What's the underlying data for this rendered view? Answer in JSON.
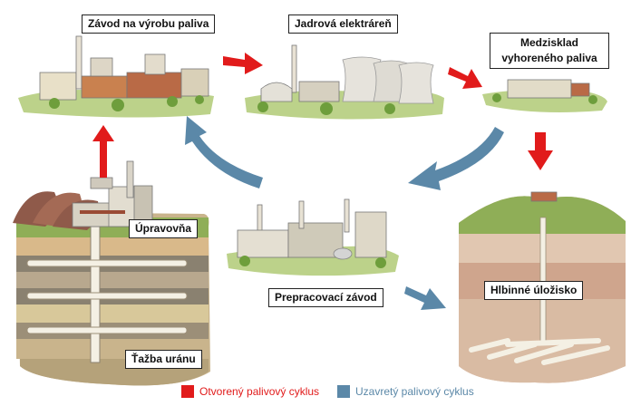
{
  "labels": {
    "fuel_plant": "Závod na výrobu paliva",
    "nuclear_plant": "Jadrová elektráreň",
    "interim_storage": "Medzisklad vyhoreného paliva",
    "processing": "Úpravovňa",
    "reprocessing": "Prepracovací závod",
    "repository": "Hlbinné úložisko",
    "mining": "Ťažba uránu"
  },
  "legend": {
    "open": {
      "label": "Otvorený palivový cyklus",
      "color": "#e11b1b"
    },
    "closed": {
      "label": "Uzavretý palivový cyklus",
      "color": "#5b88a8"
    }
  }
}
